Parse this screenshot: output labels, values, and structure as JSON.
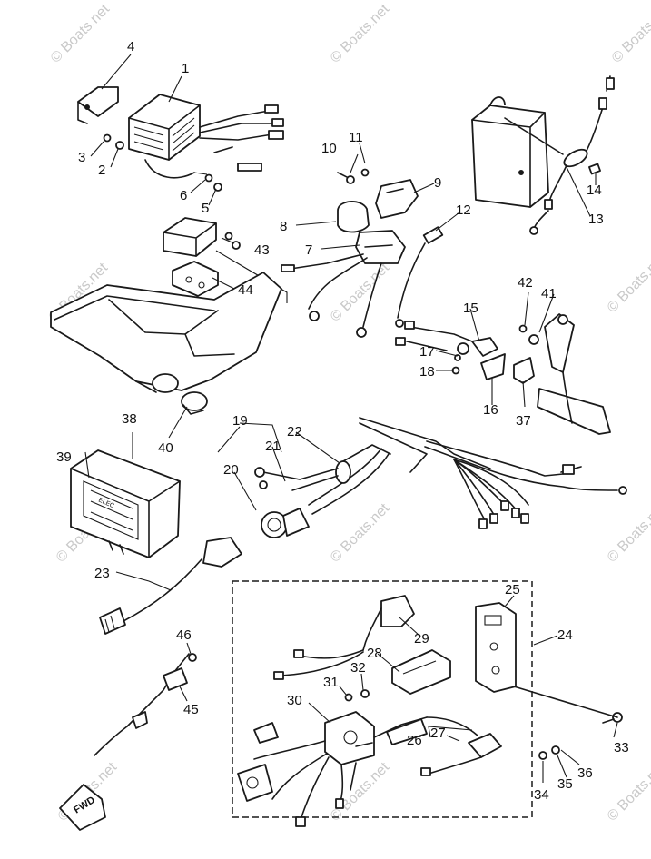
{
  "watermark": "© Boats.net",
  "direction_label": "FWD",
  "part_numbers": [
    "1",
    "2",
    "3",
    "4",
    "5",
    "6",
    "7",
    "8",
    "9",
    "10",
    "11",
    "12",
    "13",
    "14",
    "15",
    "16",
    "17",
    "18",
    "19",
    "20",
    "21",
    "22",
    "23",
    "24",
    "25",
    "26",
    "27",
    "28",
    "29",
    "30",
    "31",
    "32",
    "33",
    "34",
    "35",
    "36",
    "37",
    "38",
    "39",
    "40",
    "41",
    "42",
    "43",
    "44",
    "45",
    "46"
  ],
  "colors": {
    "line": "#1a1a1a",
    "background": "#ffffff",
    "watermark": "#c9c9c9"
  }
}
